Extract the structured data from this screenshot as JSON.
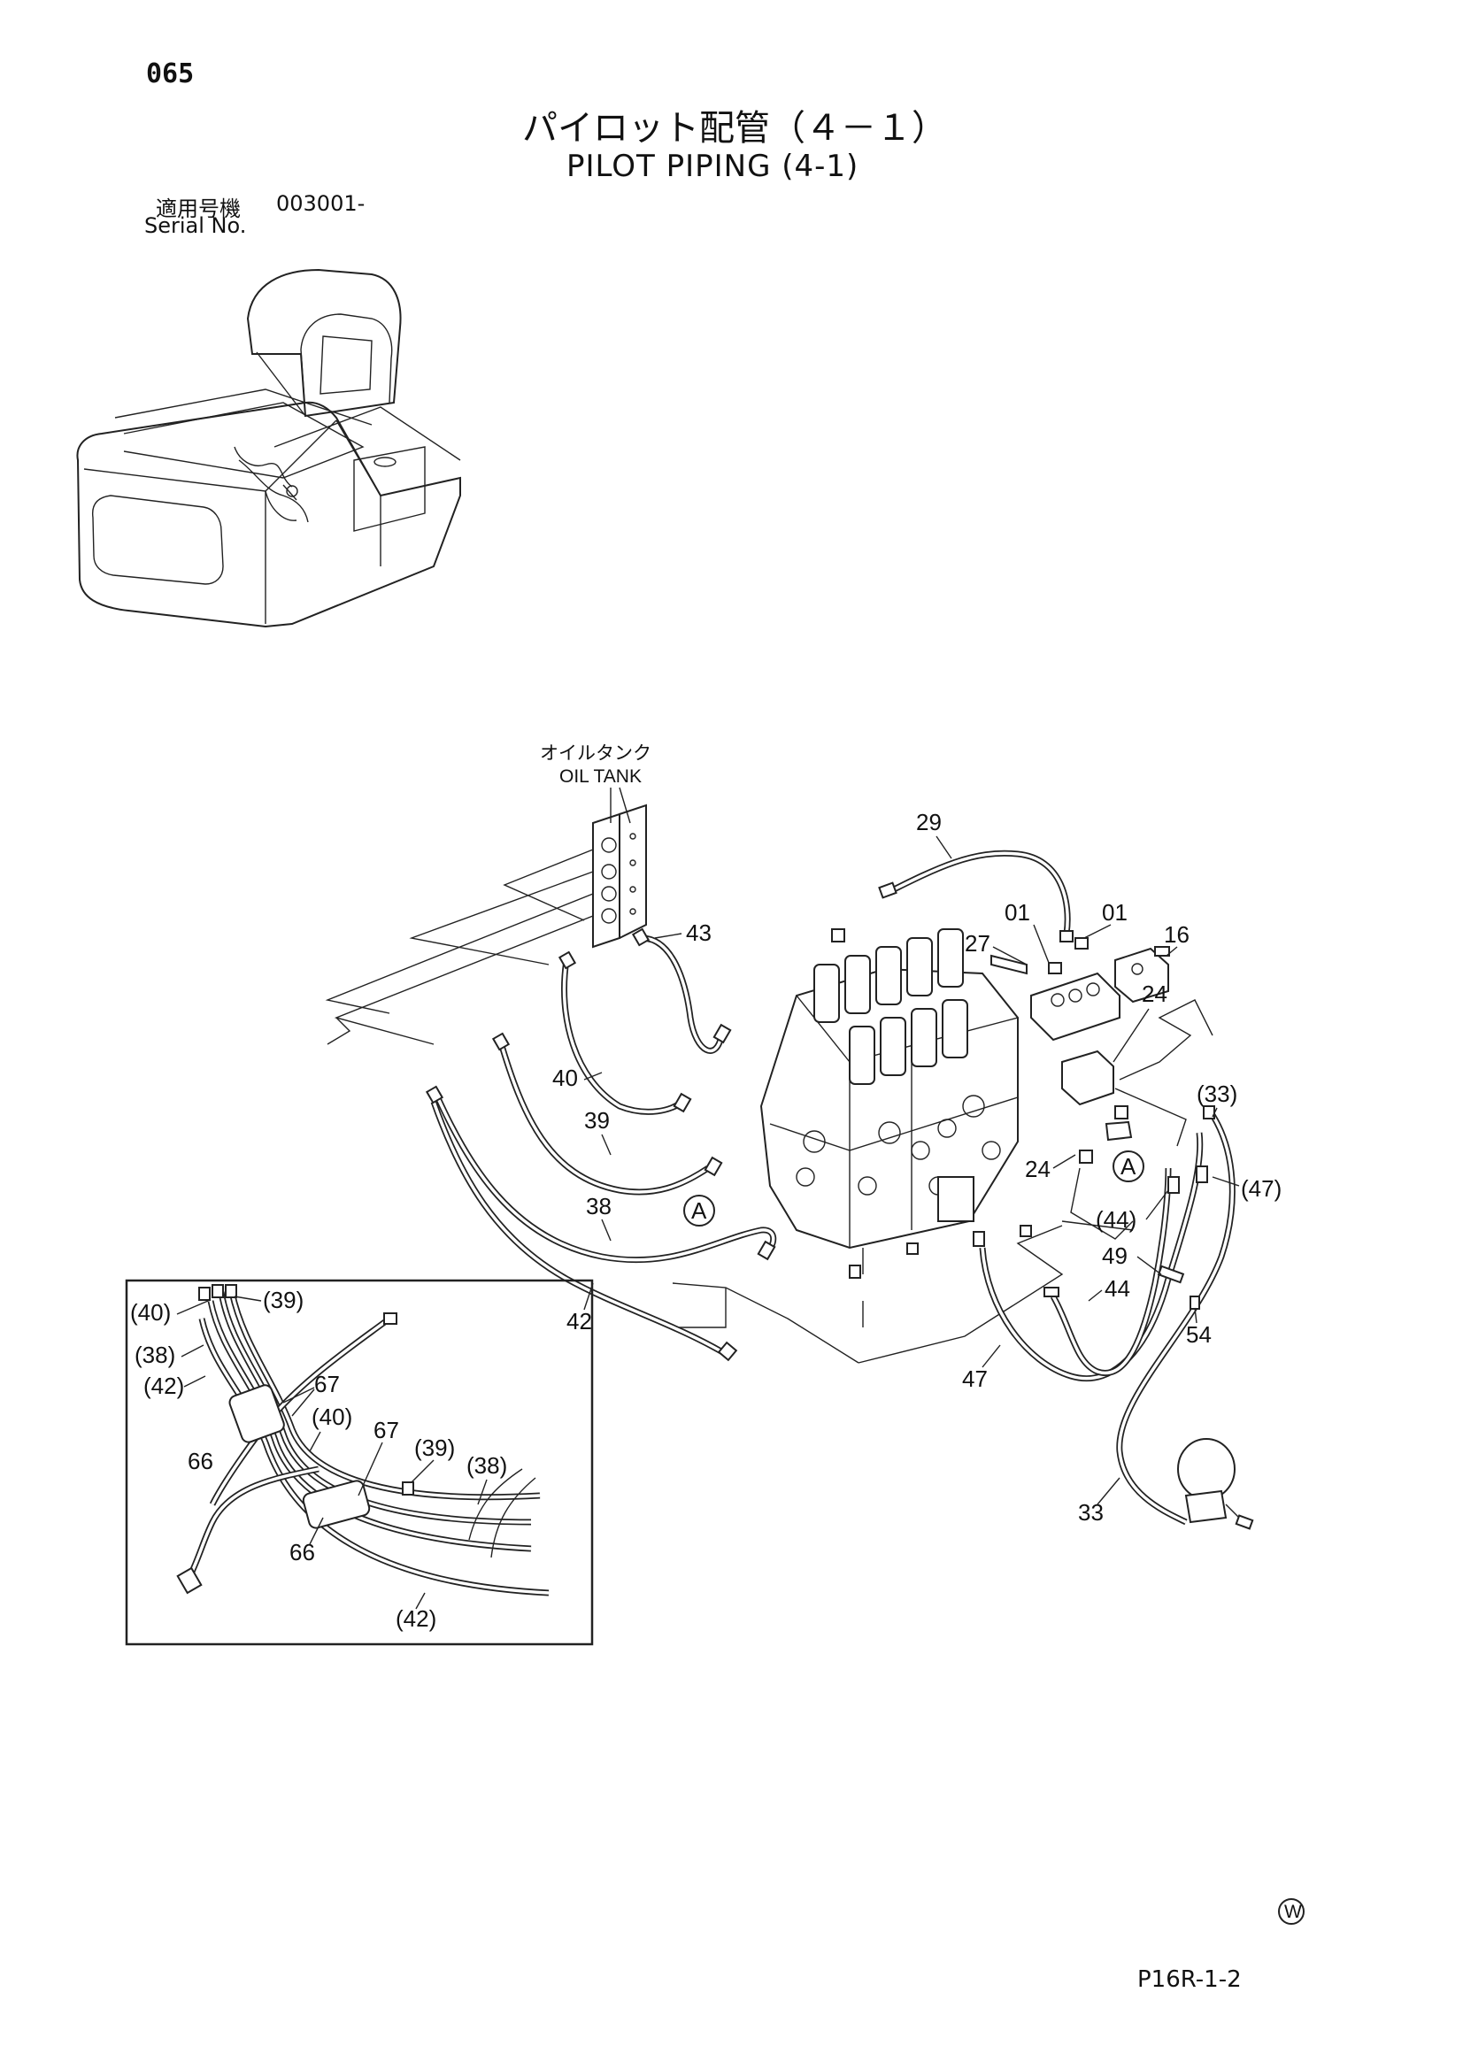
{
  "page_number": "065",
  "title_ja": "パイロット配管（４－１）",
  "title_en": "PILOT PIPING (4-1)",
  "serial": {
    "label_ja": "適用号機",
    "value": "003001-",
    "label_en": "Serial No."
  },
  "oil_tank": {
    "label_ja": "オイルタンク",
    "label_en": "OIL TANK"
  },
  "callouts": {
    "c29": "29",
    "c01a": "01",
    "c01b": "01",
    "c27": "27",
    "c16": "16",
    "c43": "43",
    "c24a": "24",
    "c24b": "24",
    "c40": "40",
    "c39": "39",
    "c33p": "(33)",
    "c47p": "(47)",
    "c44p": "(44)",
    "c38": "38",
    "c49": "49",
    "c44": "44",
    "c54": "54",
    "c42": "42",
    "c47": "47",
    "c33": "33"
  },
  "view_marker": "A",
  "detail_callouts": {
    "d40a": "(40)",
    "d39a": "(39)",
    "d38a": "(38)",
    "d42a": "(42)",
    "d67a": "67",
    "d40b": "(40)",
    "d66a": "66",
    "d67b": "67",
    "d39b": "(39)",
    "d38b": "(38)",
    "d66b": "66",
    "d42b": "(42)"
  },
  "footer_code": "P16R-1-2",
  "symbol_w": "W"
}
